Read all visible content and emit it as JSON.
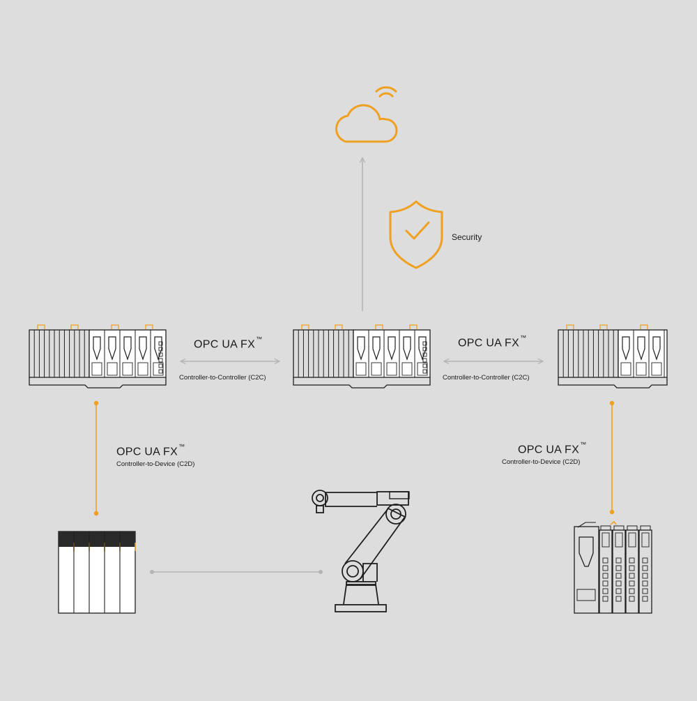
{
  "security": {
    "label": "Security"
  },
  "links": {
    "c2c_left": {
      "protocol": "OPC UA FX",
      "tm": "™",
      "description": "Controller-to-Controller (C2C)"
    },
    "c2c_right": {
      "protocol": "OPC UA FX",
      "tm": "™",
      "description": "Controller-to-Controller (C2C)"
    },
    "c2d_left": {
      "protocol": "OPC UA FX",
      "tm": "™",
      "description": "Controller-to-Device (C2D)"
    },
    "c2d_right": {
      "protocol": "OPC UA FX",
      "tm": "™",
      "description": "Controller-to-Device (C2D)"
    }
  },
  "colors": {
    "accent": "#f0a020",
    "line": "#1e1e1e",
    "arrow": "#b4b4b4",
    "background": "#dcdddc",
    "device_fill": "#ffffff",
    "io_header": "#2a2a2a"
  },
  "icons": [
    "cloud-icon",
    "wifi-icon",
    "shield-check-icon",
    "controller-icon",
    "io-module-icon",
    "robot-arm-icon",
    "remote-io-icon"
  ]
}
